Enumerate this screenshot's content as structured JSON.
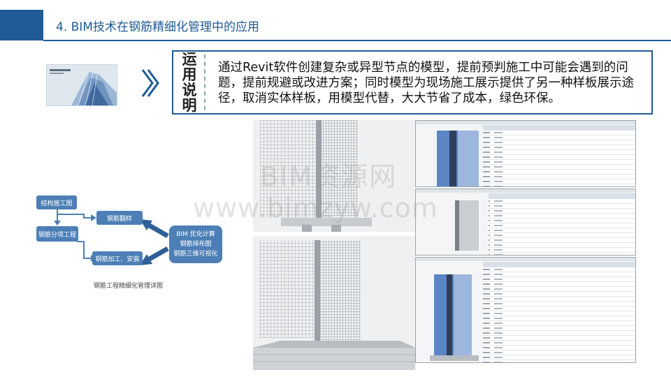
{
  "header": {
    "title": "4. BIM技术在钢筋精细化管理中的应用",
    "accent_color": "#1f5b96"
  },
  "intro": {
    "thumbnail_icon": "revit-splash-image",
    "arrow_icon": "double-chevron-right",
    "label_chars": [
      "运",
      "用",
      "说",
      "明"
    ],
    "description": "通过Revit软件创建复杂或异型节点的模型，提前预判施工中可能会遇到的问题，提前规避或改进方案；同时模型为现场施工展示提供了另一种样板展示途径，取消实体样板，用模型代替，大大节省了成本，绿色环保。"
  },
  "flow": {
    "node_color": "#4d7fb6",
    "nodes": {
      "structural_drawing": "结构施工图",
      "rebar_layout": "钢筋翻样",
      "rebar_subcontractor": "钢筋分项工程",
      "rebar_processing": "钢筋加工、安装",
      "bim_lines": [
        "BIM 优化计算",
        "钢筋排布图",
        "钢筋三维可视化"
      ]
    },
    "caption": "钢筋工程精细化管理详图"
  },
  "models": {
    "top_image": "building-core-rebar-model-top",
    "bottom_image": "building-core-rebar-model-bottom"
  },
  "screenshots": [
    {
      "image": "rebar-schedule-screenshot-1"
    },
    {
      "image": "rebar-schedule-screenshot-2"
    },
    {
      "image": "rebar-schedule-screenshot-3"
    }
  ],
  "watermark": {
    "line1": "BIM资源网",
    "line2": "www.bimzyw.com"
  }
}
